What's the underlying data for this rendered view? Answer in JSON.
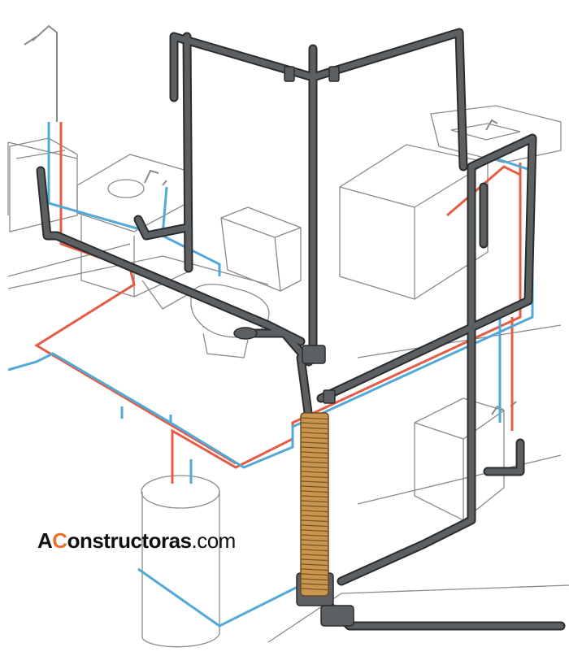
{
  "colors": {
    "drain_pipe": "#5d6063",
    "drain_pipe_edge": "#2b2c2e",
    "hot_water": "#e45c45",
    "cold_water": "#53a9d6",
    "fixture_outline": "#8a8a8a",
    "corrugated_stack": "#c9964f",
    "background": "#ffffff"
  },
  "watermark": {
    "prefix": "A",
    "highlight": "C",
    "middle": "onstructoras",
    "suffix": ".com"
  }
}
